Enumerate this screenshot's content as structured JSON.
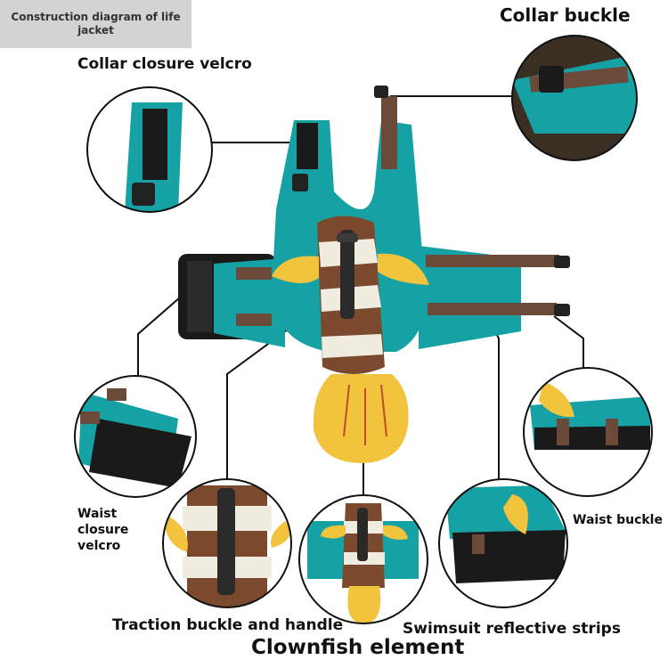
{
  "title": "Construction diagram of life jacket",
  "labels": {
    "collar_buckle": "Collar buckle",
    "collar_closure_velcro": "Collar closure velcro",
    "waist_closure_velcro": [
      "Waist",
      "closure",
      "velcro"
    ],
    "waist_buckle": "Waist buckle",
    "traction_buckle_handle": "Traction buckle and handle",
    "swimsuit_reflective_strips": "Swimsuit reflective strips",
    "clownfish_element": "Clownfish element"
  },
  "colors": {
    "teal": "#16a2a5",
    "teal_dark": "#0f7f82",
    "brown": "#7b4a2e",
    "cream": "#f1ece0",
    "yellow": "#f2c33c",
    "black": "#1a1a1a",
    "strap": "#6b4a3a"
  }
}
